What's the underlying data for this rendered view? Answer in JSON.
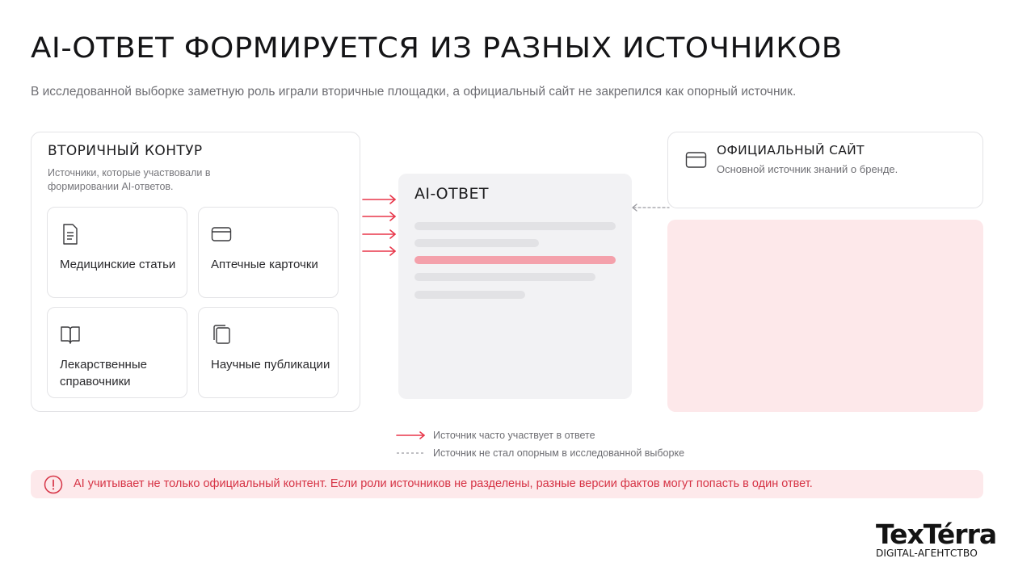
{
  "title": "AI-ОТВЕТ ФОРМИРУЕТСЯ ИЗ РАЗНЫХ ИСТОЧНИКОВ",
  "subtitle": "В исследованной выборке заметную роль играли вторичные площадки, а официальный сайт не закрепился как опорный источник.",
  "secondary": {
    "title": "ВТОРИЧНЫЙ КОНТУР",
    "description": "Источники, которые участвовали в формировании AI-ответов.",
    "cards": [
      {
        "label": "Медицинские статьи",
        "icon": "document-icon"
      },
      {
        "label": "Аптечные карточки",
        "icon": "card-icon"
      },
      {
        "label": "Лекарственные справочники",
        "icon": "book-icon"
      },
      {
        "label": "Научные публикации",
        "icon": "copy-icon"
      }
    ]
  },
  "ai_answer": {
    "title": "AI-ОТВЕТ"
  },
  "official": {
    "title": "ОФИЦИАЛЬНЫЙ САЙТ",
    "description": "Основной источник знаний о бренде.",
    "icon": "browser-window-icon"
  },
  "legend": {
    "solid": "Источник часто участвует в ответе",
    "dashed": "Источник не стал опорным в исследованной выборке"
  },
  "alert": {
    "text": "AI учитывает не только официальный контент. Если роли источников не разделены, разные версии фактов могут попасть в один ответ.",
    "icon": "exclamation-circle-icon"
  },
  "logo": {
    "main": "TexTérra",
    "sub": "DIGITAL-АГЕНТСТВО"
  },
  "colors": {
    "accent": "#e8374a",
    "accent_light": "#fde8ea",
    "neutral_bar": "#e2e2e5",
    "highlight_bar": "#f4a1ab",
    "dashed": "#9a9aa0"
  }
}
